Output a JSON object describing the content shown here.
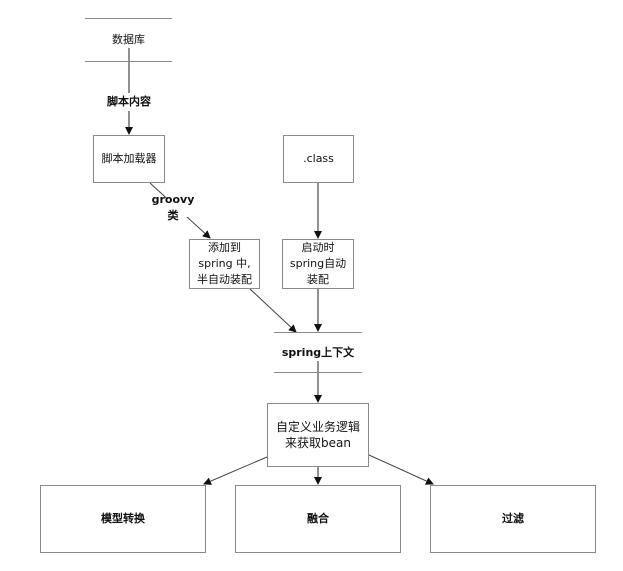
{
  "diagram": {
    "nodes": {
      "database": "数据库",
      "script_loader": "脚本加载器",
      "class_file": ".class",
      "add_to_spring": "添加到\nspring 中,\n半自动装配",
      "startup_autowire": "启动时\nspring自动\n装配",
      "spring_context": "spring上下文",
      "custom_logic": "自定义业务逻辑\n来获取bean",
      "model_convert": "模型转换",
      "merge": "融合",
      "filter": "过滤"
    },
    "edge_labels": {
      "script_content": "脚本内容",
      "groovy_class": "groovy类"
    },
    "edges": [
      {
        "from": "database",
        "to": "script_loader",
        "label": "脚本内容"
      },
      {
        "from": "script_loader",
        "to": "add_to_spring",
        "label": "groovy类"
      },
      {
        "from": "class_file",
        "to": "startup_autowire",
        "label": ""
      },
      {
        "from": "add_to_spring",
        "to": "spring_context",
        "label": ""
      },
      {
        "from": "startup_autowire",
        "to": "spring_context",
        "label": ""
      },
      {
        "from": "spring_context",
        "to": "custom_logic",
        "label": ""
      },
      {
        "from": "custom_logic",
        "to": "model_convert",
        "label": ""
      },
      {
        "from": "custom_logic",
        "to": "merge",
        "label": ""
      },
      {
        "from": "custom_logic",
        "to": "filter",
        "label": ""
      }
    ]
  }
}
